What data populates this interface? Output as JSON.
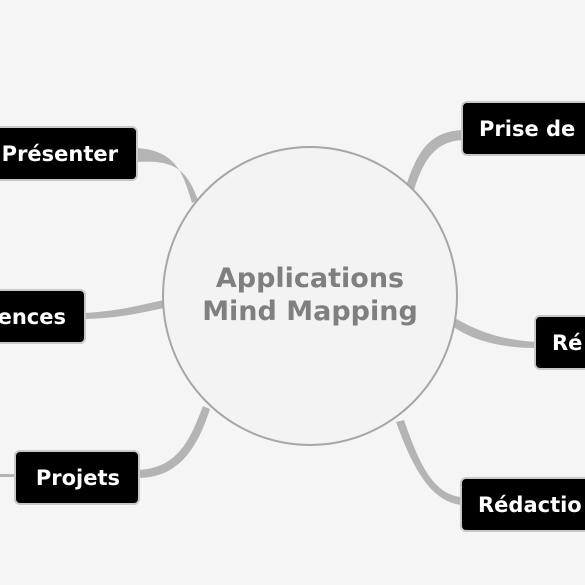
{
  "central_topic": {
    "line1": "Applications",
    "line2": "Mind Mapping"
  },
  "branches": {
    "presenter": "Présenter",
    "references": "ences",
    "projets": "Projets",
    "prise_de_notes": "Prise de",
    "resumer": "Ré",
    "redaction": "Rédactio"
  },
  "colors": {
    "background": "#f5f5f5",
    "node_fill": "#000000",
    "node_text": "#ffffff",
    "node_border": "#c8c8c8",
    "center_fill": "#f3f3f3",
    "center_border": "#a6a6a6",
    "center_text": "#7f7f7f",
    "connector": "#b4b4b4"
  }
}
